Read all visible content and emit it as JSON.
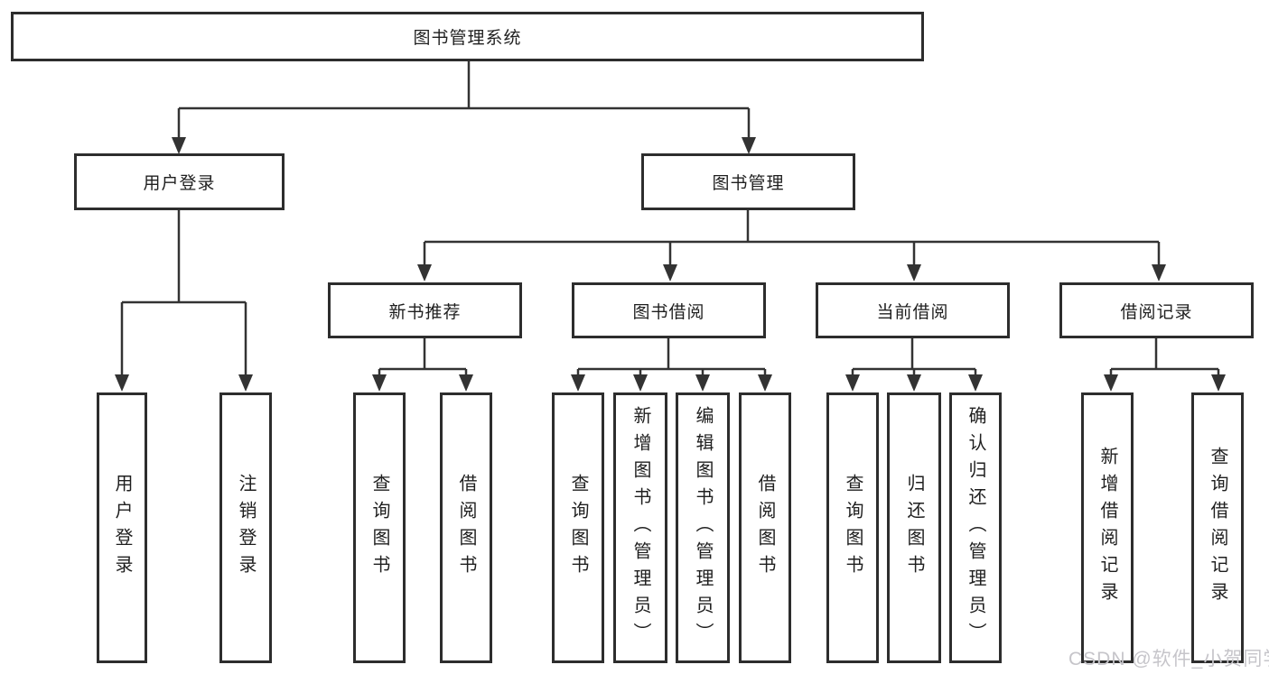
{
  "tree": {
    "root": {
      "label": "图书管理系统",
      "children": [
        {
          "label": "用户登录",
          "children": [
            {
              "label": "用户登录"
            },
            {
              "label": "注销登录"
            }
          ]
        },
        {
          "label": "图书管理",
          "children": [
            {
              "label": "新书推荐",
              "children": [
                {
                  "label": "查询图书"
                },
                {
                  "label": "借阅图书"
                }
              ]
            },
            {
              "label": "图书借阅",
              "children": [
                {
                  "label": "查询图书"
                },
                {
                  "label": "新增图书（管理员）"
                },
                {
                  "label": "编辑图书（管理员）"
                },
                {
                  "label": "借阅图书"
                }
              ]
            },
            {
              "label": "当前借阅",
              "children": [
                {
                  "label": "查询图书"
                },
                {
                  "label": "归还图书"
                },
                {
                  "label": "确认归还（管理员）"
                }
              ]
            },
            {
              "label": "借阅记录",
              "children": [
                {
                  "label": "新增借阅记录"
                },
                {
                  "label": "查询借阅记录"
                }
              ]
            }
          ]
        }
      ]
    }
  },
  "watermark": {
    "text": "CSDN @软件_小贺同学"
  },
  "colors": {
    "line": "#333333",
    "box_border": "#2d2d2d",
    "text": "#1f1f1f",
    "watermark": "#c6c5ca",
    "background": "#ffffff"
  }
}
